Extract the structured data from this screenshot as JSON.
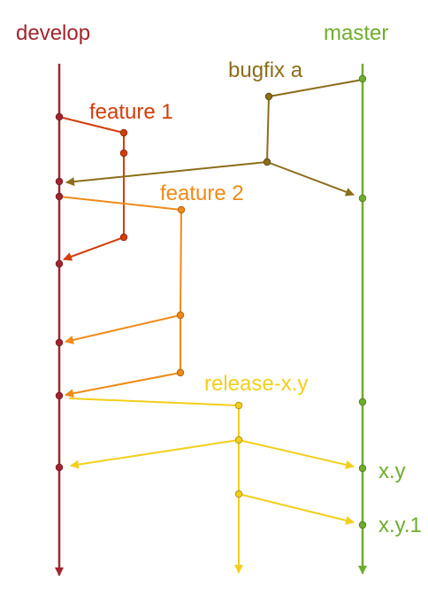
{
  "branches": {
    "develop": {
      "label": "develop",
      "color": "#a4232e"
    },
    "master": {
      "label": "master",
      "color": "#6fac2e"
    },
    "bugfix": {
      "label": "bugfix a",
      "color": "#8b6d1a"
    },
    "feature1": {
      "label": "feature 1",
      "color": "#d23d0a"
    },
    "feature2": {
      "label": "feature 2",
      "color": "#ef8a17"
    },
    "release": {
      "label": "release-x.y",
      "color": "#f3cf1b"
    }
  },
  "tags": {
    "xy": "x.y",
    "xy1": "x.y.1"
  }
}
